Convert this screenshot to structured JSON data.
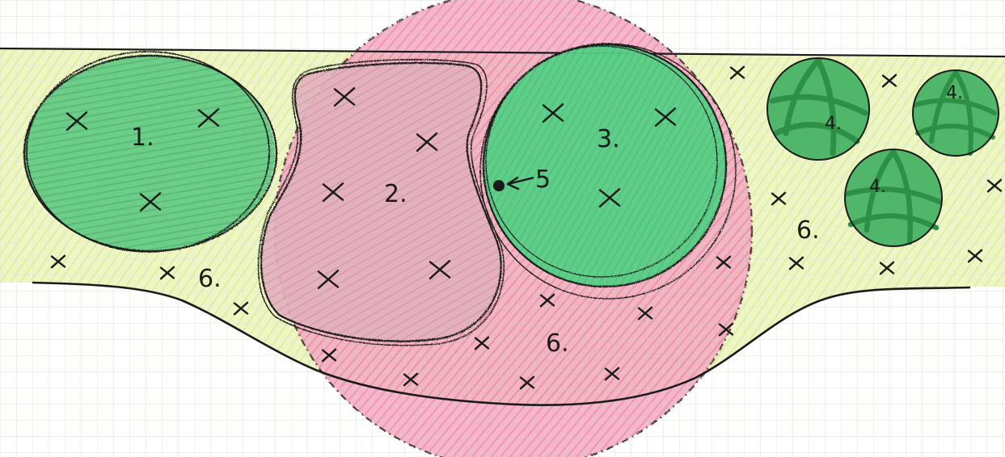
{
  "labels": {
    "one": "1.",
    "two": "2.",
    "three": "3.",
    "four_a": "4.",
    "four_b": "4.",
    "four_c": "4.",
    "five": "5",
    "six_left": "6.",
    "six_center": "6.",
    "six_right": "6."
  },
  "colors": {
    "paper": "#ffffff",
    "grid": "#d7e7d4",
    "bed_fill": "#eef5c2",
    "tree_pink": "#e96d97",
    "shrub_green": "#39b766",
    "canopy_green": "#4cc57a",
    "dark_green": "#2e8f47",
    "lime_shading": "#d9ea86",
    "ink": "#1a1a1a"
  }
}
